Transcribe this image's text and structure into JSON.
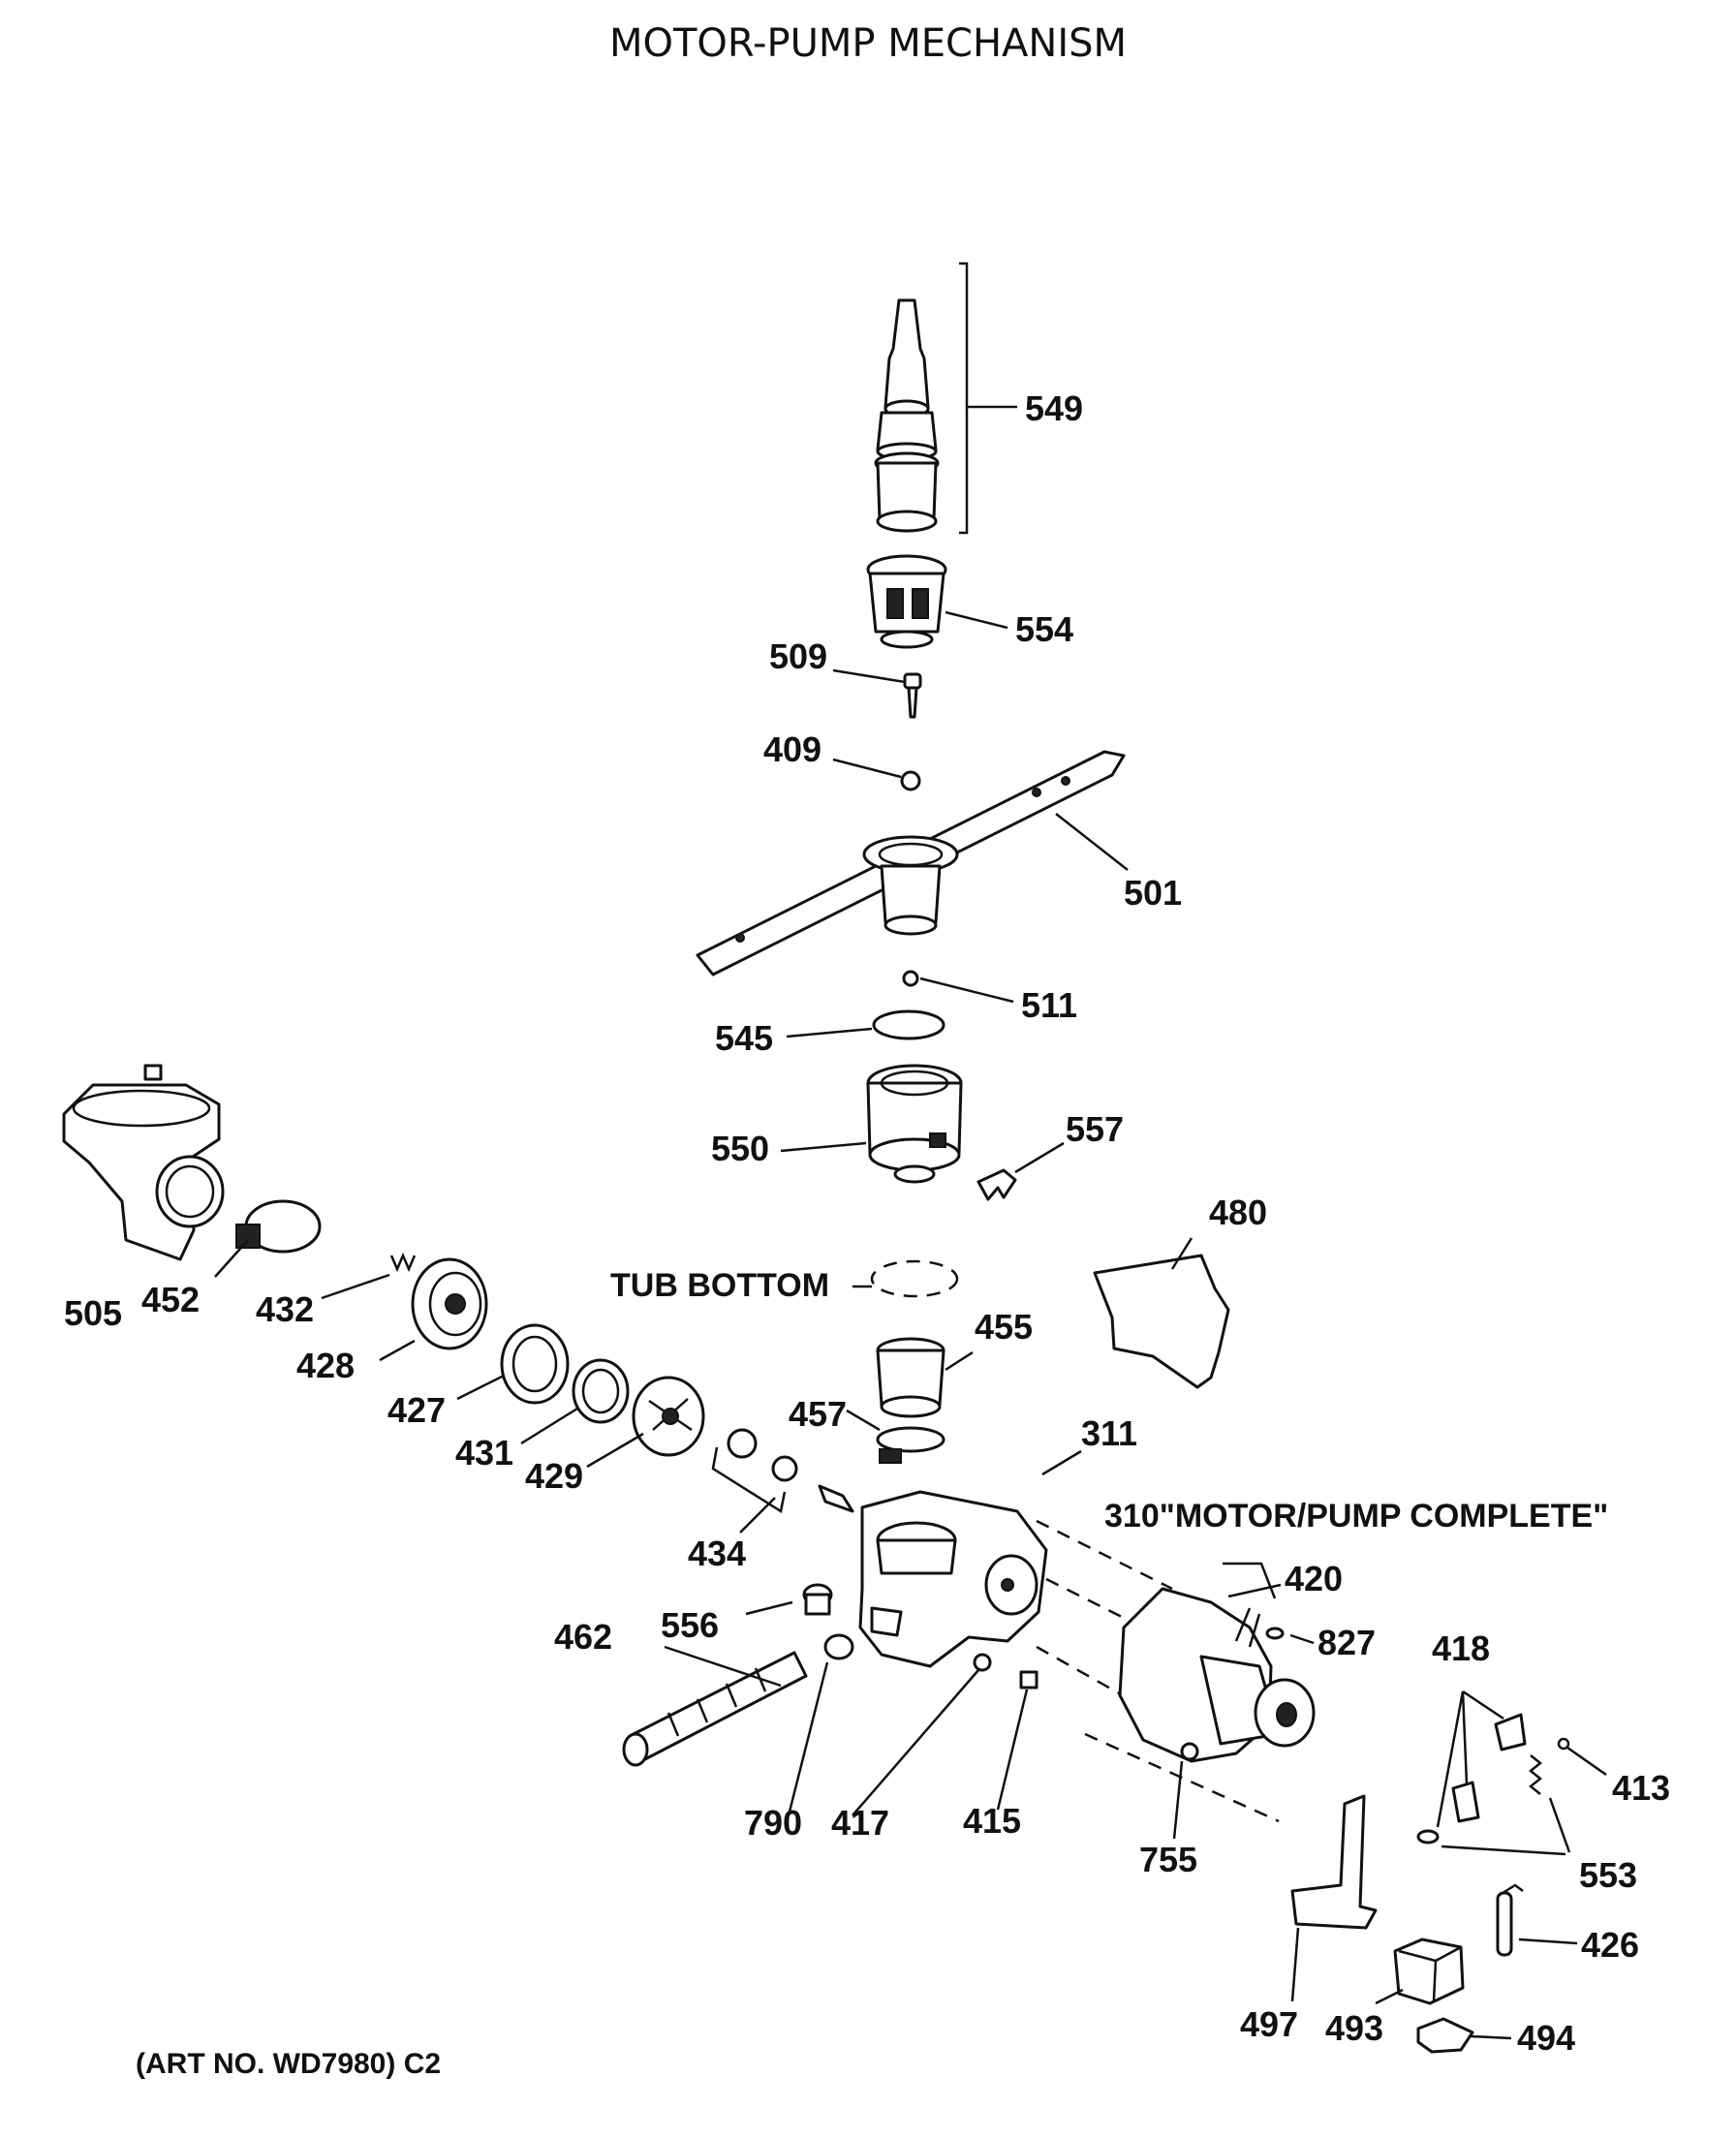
{
  "title": "MOTOR-PUMP MECHANISM",
  "art_number": "(ART NO. WD7980) C2",
  "notes": {
    "tub_bottom": "TUB BOTTOM",
    "motor_pump_complete": "310\"MOTOR/PUMP COMPLETE\""
  },
  "parts": {
    "p549": "549",
    "p554": "554",
    "p509": "509",
    "p409": "409",
    "p501": "501",
    "p511": "511",
    "p545": "545",
    "p550": "550",
    "p557": "557",
    "p480": "480",
    "p505": "505",
    "p452": "452",
    "p432": "432",
    "p428": "428",
    "p455": "455",
    "p427": "427",
    "p457": "457",
    "p311": "311",
    "p431": "431",
    "p429": "429",
    "p434": "434",
    "p420": "420",
    "p556": "556",
    "p462": "462",
    "p827": "827",
    "p418": "418",
    "p413": "413",
    "p790": "790",
    "p417": "417",
    "p415": "415",
    "p755": "755",
    "p553": "553",
    "p426": "426",
    "p497": "497",
    "p493": "493",
    "p494": "494"
  }
}
